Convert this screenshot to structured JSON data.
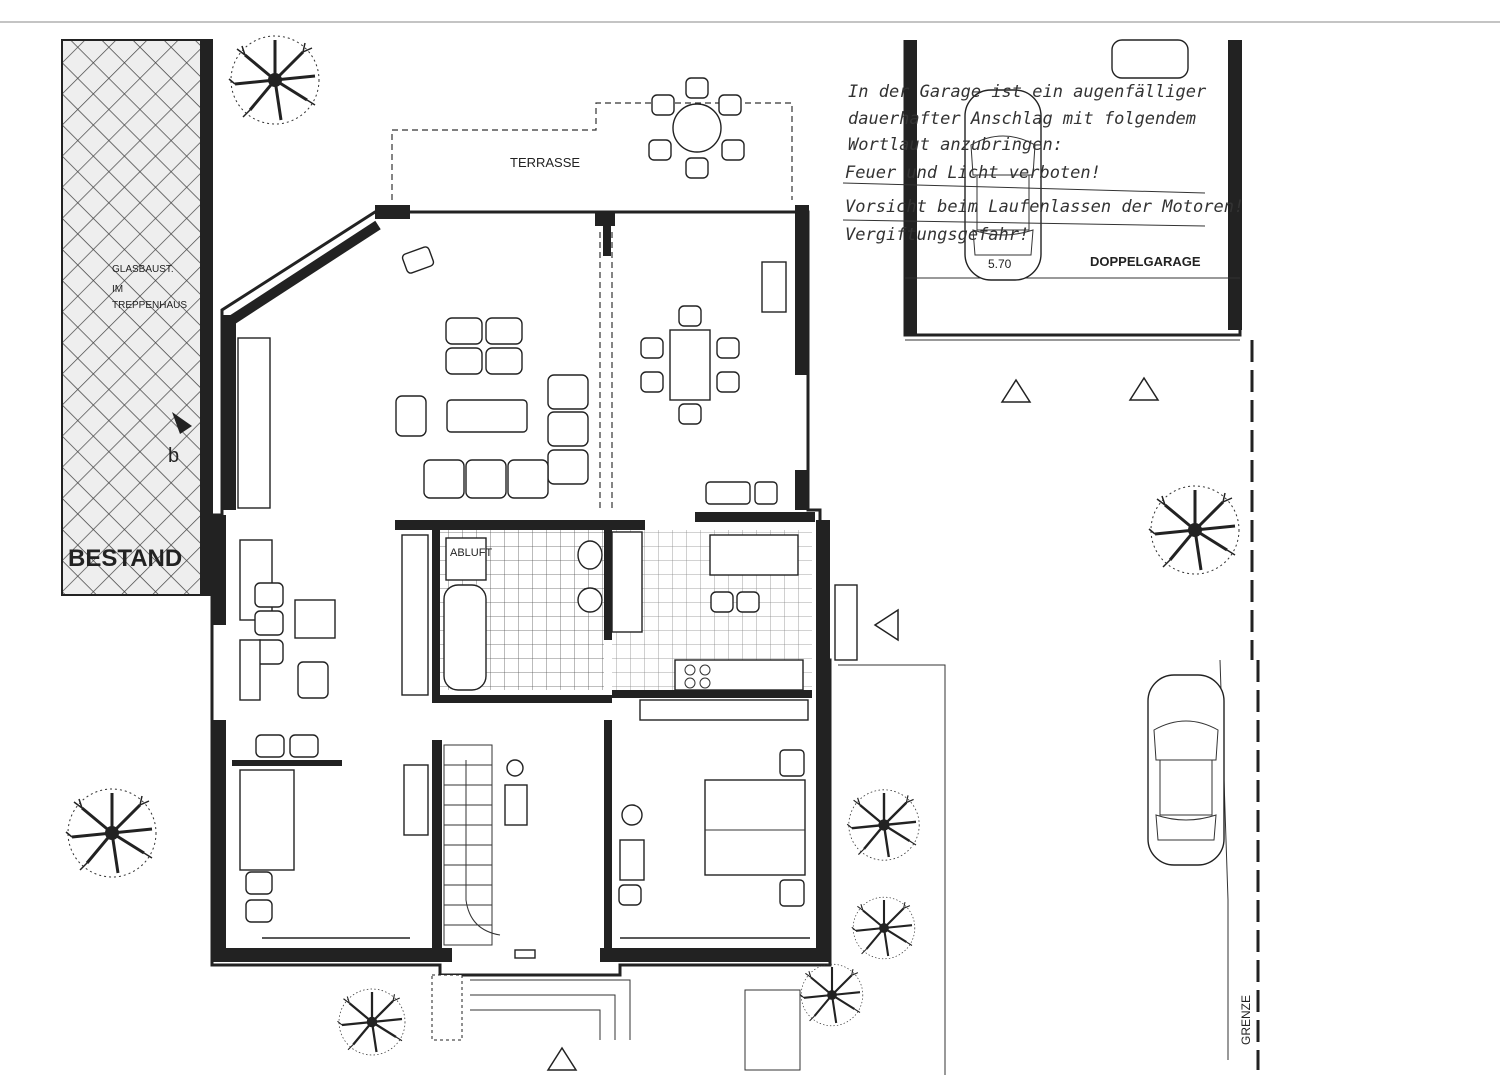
{
  "labels": {
    "terrace": "TERRASSE",
    "double_garage": "DOPPELGARAGE",
    "existing": "BESTAND",
    "exhaust": "ABLUFT",
    "boundary": "GRENZE",
    "glass_block_1": "GLASBAUST.",
    "glass_block_2": "IM",
    "glass_block_3": "TREPPENHAUS",
    "car_dimension": "5.70",
    "section_marker": "b"
  },
  "garage_notice": [
    "In der Garage ist ein augenfälliger",
    "dauerhafter Anschlag mit folgendem",
    "Wortlaut anzubringen:",
    "Feuer und Licht verboten!",
    "Vorsicht beim Laufenlassen der Motoren!",
    "Vergiftungsgefahr!"
  ],
  "colors": {
    "ink": "#222222",
    "paper": "#ffffff",
    "hatch": "#555555"
  }
}
